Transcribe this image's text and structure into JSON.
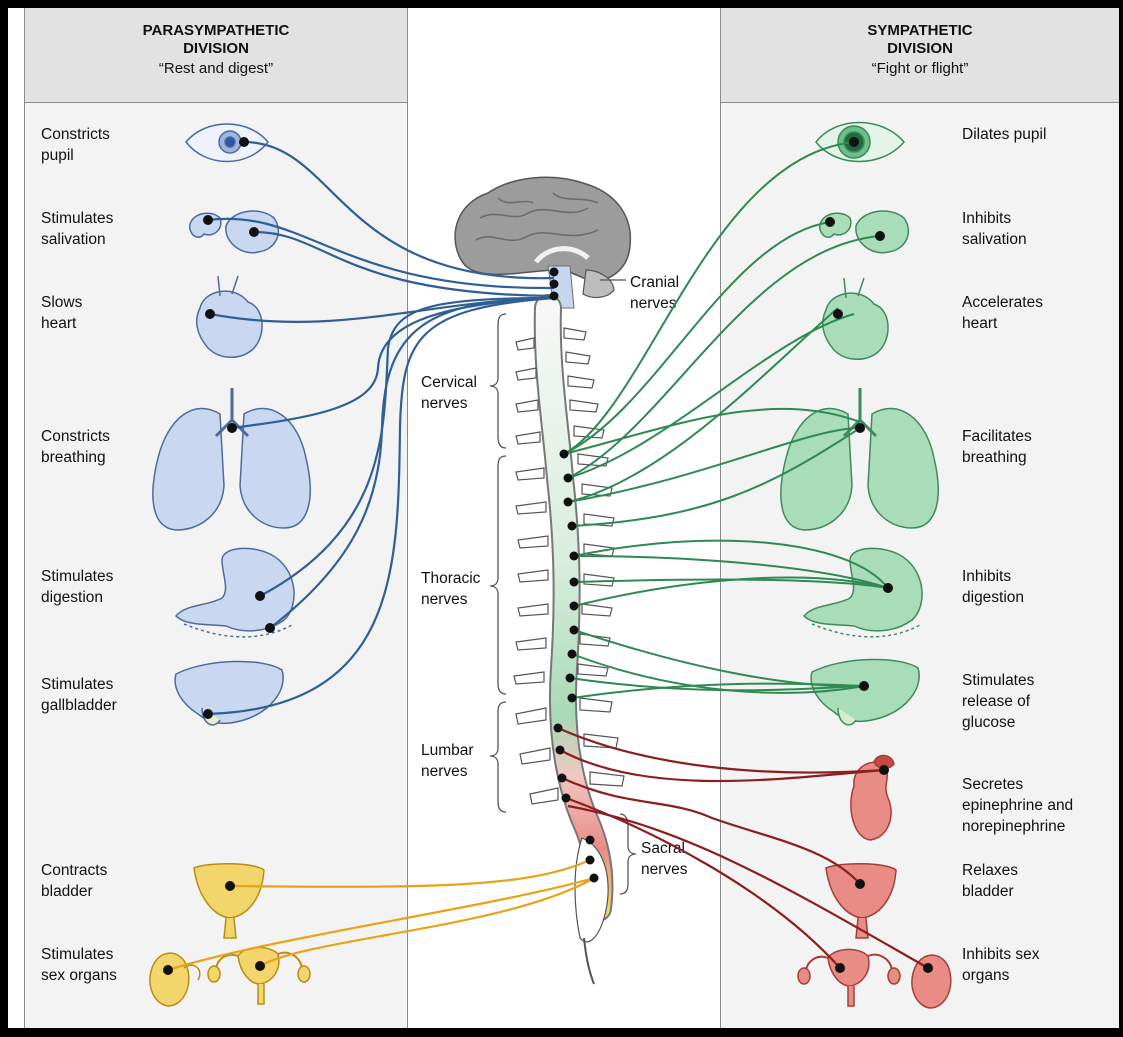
{
  "parasympathetic": {
    "title": "PARASYMPATHETIC\nDIVISION",
    "subtitle": "“Rest and digest”",
    "functions": [
      "Constricts\npupil",
      "Stimulates\nsalivation",
      "Slows\nheart",
      "Constricts\nbreathing",
      "Stimulates\ndigestion",
      "Stimulates\ngallbladder",
      "Contracts\nbladder",
      "Stimulates\nsex organs"
    ]
  },
  "sympathetic": {
    "title": "SYMPATHETIC\nDIVISION",
    "subtitle": "“Fight or flight”",
    "functions": [
      "Dilates pupil",
      "Inhibits\nsalivation",
      "Accelerates\nheart",
      "Facilitates\nbreathing",
      "Inhibits\ndigestion",
      "Stimulates\nrelease of\nglucose",
      "Secretes\nepinephrine and\nnorepinephrine",
      "Relaxes\nbladder",
      "Inhibits sex\norgans"
    ]
  },
  "nerve_regions": {
    "cranial": "Cranial\nnerves",
    "cervical": "Cervical\nnerves",
    "thoracic": "Thoracic\nnerves",
    "lumbar": "Lumbar\nnerves",
    "sacral": "Sacral\nnerves"
  },
  "colors": {
    "parasympathetic_nerve": "#2f5f95",
    "parasympathetic_organ": "#c9d8f0",
    "sacral_nerve": "#e8a317",
    "sacral_organ": "#f2d56b",
    "sympathetic_nerve": "#2e8a52",
    "sympathetic_organ": "#a9dcb8",
    "lumbar_nerve": "#8b1e1e",
    "lumbar_organ": "#e98c86",
    "brain": "#9a9a9a"
  }
}
